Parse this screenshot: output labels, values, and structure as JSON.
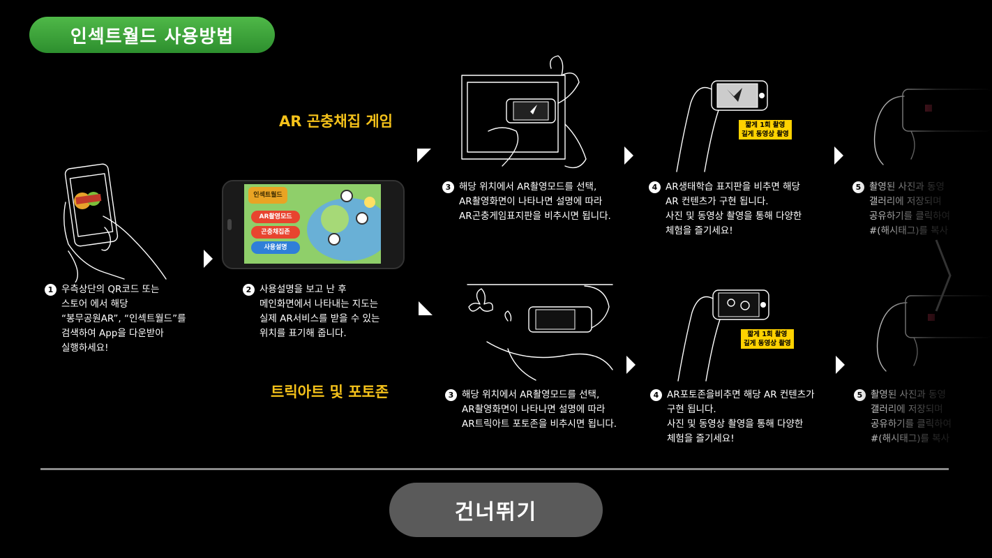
{
  "header": {
    "title": "인섹트월드 사용방법"
  },
  "sections": {
    "game_title": "AR 곤충채집 게임",
    "trick_title": "트릭아트 및 포토존"
  },
  "steps": {
    "step1": {
      "num": "1",
      "lines": [
        "우측상단의 QR코드 또는",
        "스토어 에서 해당",
        "“봉무공원AR”, “인섹트월드”를",
        "검색하여 App을  다운받아",
        "실행하세요!"
      ]
    },
    "step2": {
      "num": "2",
      "lines": [
        "사용설명을 보고 난 후",
        "메인화면에서 나타내는 지도는",
        "실제 AR서비스를 받을 수 있는",
        "위치를 표기해 줍니다."
      ]
    },
    "game3": {
      "num": "3",
      "lines": [
        "해당 위치에서 AR촬영모드를 선택,",
        "AR촬영화면이 나타나면 설명에 따라",
        "AR곤충게임표지판을 비추시면 됩니다."
      ]
    },
    "game4": {
      "num": "4",
      "lines": [
        "AR생태학습 표지판을 비추면 해당",
        "AR 컨텐츠가 구현 됩니다.",
        "사진 및 동영상 촬영을 통해 다양한",
        "체험을 즐기세요!"
      ]
    },
    "game5": {
      "num": "5",
      "lines": [
        "촬영된 사진과 동영",
        "갤러리에 저장되며",
        "공유하기를 클릭하여",
        "#(해시태그)를 복사"
      ]
    },
    "trick3": {
      "num": "3",
      "lines": [
        "해당 위치에서 AR촬영모드를 선택,",
        "AR촬영화면이 나타나면 설명에 따라",
        "AR트릭아트 포토존을 비추시면 됩니다."
      ]
    },
    "trick4": {
      "num": "4",
      "lines": [
        "AR포토존을비추면 해당 AR 컨텐츠가",
        "구현 됩니다.",
        "사진 및 동영상 촬영을 통해 다양한",
        "체험을 즐기세요!"
      ]
    },
    "trick5": {
      "num": "5",
      "lines": [
        "촬영된 사진과 동영",
        "갤러리에 저장되며",
        "공유하기를 클릭하여",
        "#(해시태그)를 복사"
      ]
    }
  },
  "badges": {
    "game": [
      "짧게 1회 촬영",
      "길게 동영상 촬영"
    ],
    "trick": [
      "짧게 1회 촬영",
      "길게 동영상 촬영"
    ]
  },
  "phone_map": {
    "logo": "인섹트월드",
    "buttons": [
      "AR촬영모드",
      "곤충채집존",
      "사용설명"
    ],
    "button_colors": [
      "#e8442f",
      "#e8442f",
      "#2f7fd8"
    ]
  },
  "footer": {
    "skip_label": "건너뛰기"
  },
  "icons": [
    "arrow-right-icon",
    "corner-arrow-icon",
    "next-chevron-icon"
  ],
  "colors": {
    "title_green": "#3aa63a",
    "section_yellow": "#f5c21a",
    "badge_yellow": "#ffd200",
    "skip_gray": "#5a5a5a"
  }
}
